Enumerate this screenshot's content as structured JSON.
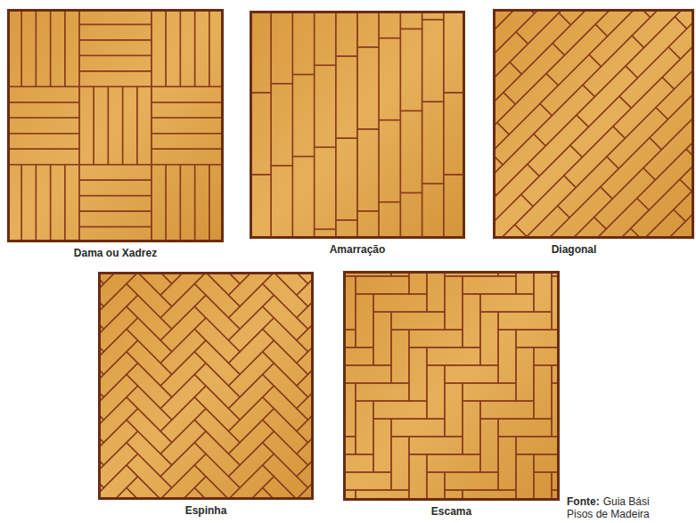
{
  "diagram": {
    "nodes": [
      {
        "text": [
          "Dama ou Xadrez"
        ]
      },
      {
        "text": [
          "Amarração"
        ]
      },
      {
        "text": [
          "Diagonal"
        ]
      },
      {
        "text": [
          "Espinha"
        ]
      },
      {
        "text": [
          "Escama"
        ]
      }
    ],
    "labels": [
      "Fonte:",
      "Guia Bási Pisos de Madeira"
    ]
  }
}
